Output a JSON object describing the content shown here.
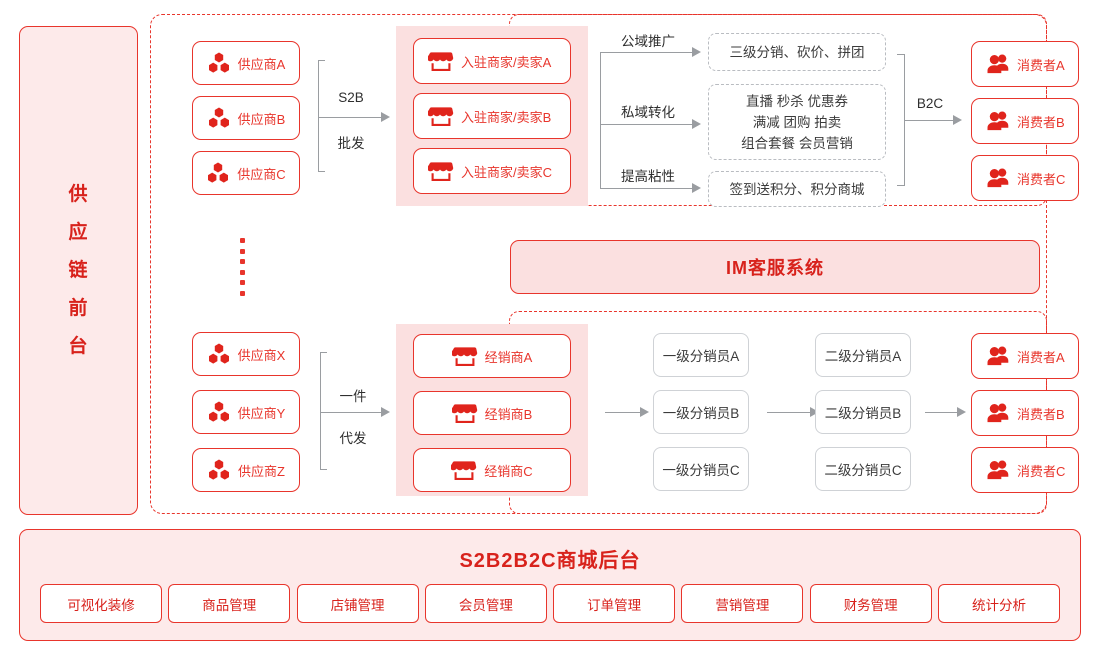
{
  "banner": {
    "vertical_title": "供应链前台",
    "chars": [
      "供",
      "应",
      "链",
      "前",
      "台"
    ]
  },
  "top_flow": {
    "suppliers": [
      {
        "label": "供应商A",
        "icon": "hexagon-cluster-icon"
      },
      {
        "label": "供应商B",
        "icon": "hexagon-cluster-icon"
      },
      {
        "label": "供应商C",
        "icon": "hexagon-cluster-icon"
      }
    ],
    "connector_s2b": {
      "line1": "S2B",
      "line2": "批发"
    },
    "sellers": [
      {
        "label": "入驻商家/卖家A",
        "icon": "storefront-icon"
      },
      {
        "label": "入驻商家/卖家B",
        "icon": "storefront-icon"
      },
      {
        "label": "入驻商家/卖家C",
        "icon": "storefront-icon"
      }
    ],
    "branches": [
      {
        "label": "公域推广",
        "target": "三级分销、砍价、拼团"
      },
      {
        "label": "私域转化",
        "target": "直播 秒杀 优惠券\n满减 团购 拍卖\n组合套餐 会员营销"
      },
      {
        "label": "提高粘性",
        "target": "签到送积分、积分商城"
      }
    ],
    "branch_targets": [
      {
        "lines": [
          "三级分销、砍价、拼团"
        ]
      },
      {
        "lines": [
          "直播 秒杀 优惠券",
          "满减 团购 拍卖",
          "组合套餐 会员营销"
        ]
      },
      {
        "lines": [
          "签到送积分、积分商城"
        ]
      }
    ],
    "connector_b2c": {
      "label": "B2C"
    },
    "consumers": [
      {
        "label": "消费者A",
        "icon": "user-group-icon"
      },
      {
        "label": "消费者B",
        "icon": "user-group-icon"
      },
      {
        "label": "消费者C",
        "icon": "user-group-icon"
      }
    ]
  },
  "im_bar": {
    "label": "IM客服系统"
  },
  "bottom_flow": {
    "suppliers": [
      {
        "label": "供应商X",
        "icon": "hexagon-cluster-icon"
      },
      {
        "label": "供应商Y",
        "icon": "hexagon-cluster-icon"
      },
      {
        "label": "供应商Z",
        "icon": "hexagon-cluster-icon"
      }
    ],
    "connector_dropship": {
      "line1": "一件",
      "line2": "代发"
    },
    "dealers": [
      {
        "label": "经销商A",
        "icon": "storefront-icon"
      },
      {
        "label": "经销商B",
        "icon": "storefront-icon"
      },
      {
        "label": "经销商C",
        "icon": "storefront-icon"
      }
    ],
    "level1_agents": [
      {
        "label": "一级分销员A"
      },
      {
        "label": "一级分销员B"
      },
      {
        "label": "一级分销员C"
      }
    ],
    "level2_agents": [
      {
        "label": "二级分销员A"
      },
      {
        "label": "二级分销员B"
      },
      {
        "label": "二级分销员C"
      }
    ],
    "consumers": [
      {
        "label": "消费者A",
        "icon": "user-group-icon"
      },
      {
        "label": "消费者B",
        "icon": "user-group-icon"
      },
      {
        "label": "消费者C",
        "icon": "user-group-icon"
      }
    ]
  },
  "backend": {
    "title": "S2B2B2C商城后台",
    "modules": [
      {
        "label": "可视化装修"
      },
      {
        "label": "商品管理"
      },
      {
        "label": "店铺管理"
      },
      {
        "label": "会员管理"
      },
      {
        "label": "订单管理"
      },
      {
        "label": "营销管理"
      },
      {
        "label": "财务管理"
      },
      {
        "label": "统计分析"
      }
    ]
  },
  "colors": {
    "brand_red": "#e8352c",
    "brand_red_dark": "#d8221c",
    "pink_fill": "#fdeaea",
    "pink_band": "#fbe0e0",
    "connector_grey": "#9a9da1",
    "grey_border": "#cfd2d6"
  }
}
